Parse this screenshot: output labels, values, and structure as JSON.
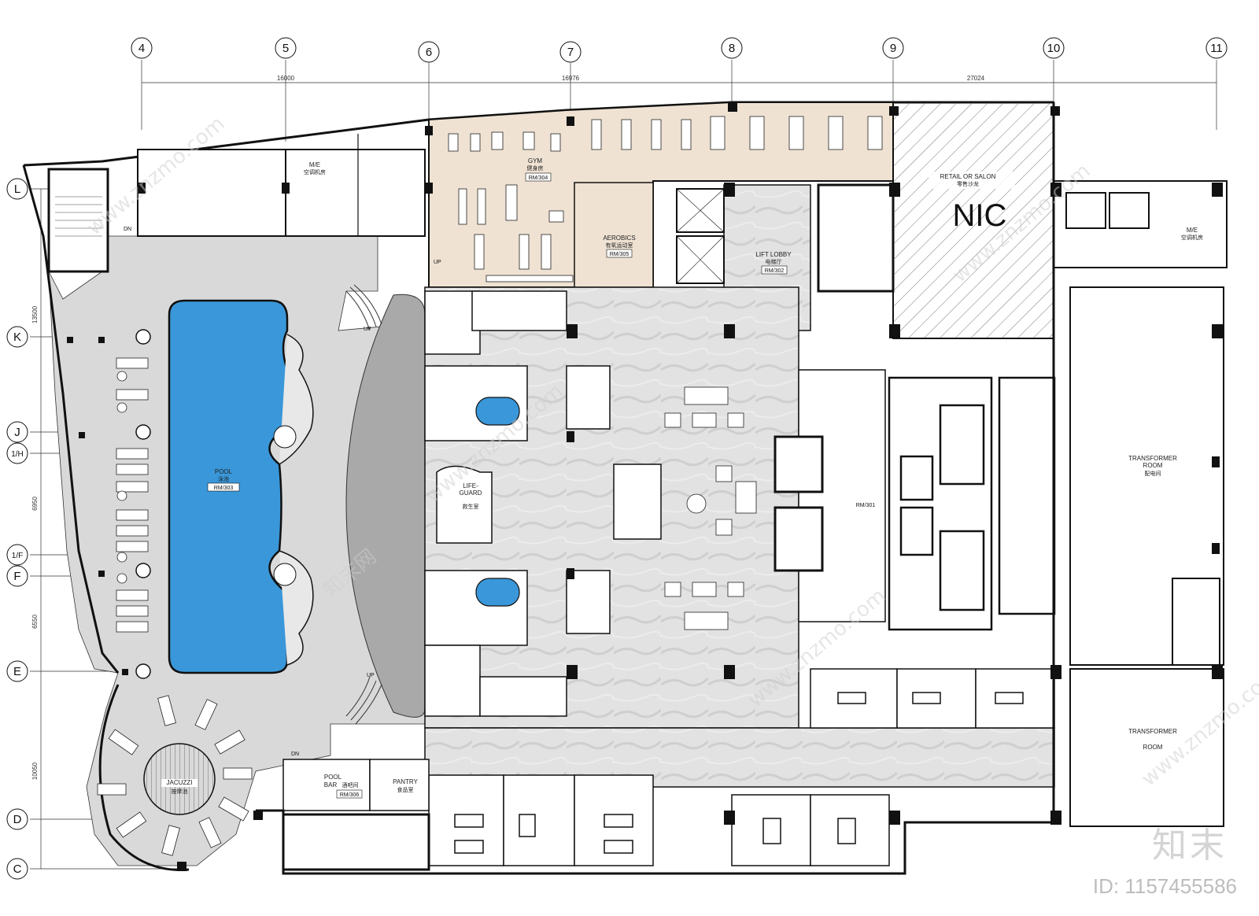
{
  "grid_columns": [
    "4",
    "5",
    "6",
    "7",
    "8",
    "9",
    "10",
    "11"
  ],
  "grid_rows": [
    "L",
    "K",
    "J",
    "1/H",
    "1/F",
    "F",
    "E",
    "D",
    "C"
  ],
  "dimensions_top": [
    "16000",
    "16976",
    "27024"
  ],
  "dimensions_left": [
    "13500",
    "6950",
    "6550",
    "10050"
  ],
  "rooms": {
    "gym": {
      "en": "GYM",
      "cn": "健身房",
      "rm": "RM/304"
    },
    "aerobics": {
      "en": "AEROBICS",
      "cn": "有氧运动室",
      "rm": "RM/305"
    },
    "lift_lobby": {
      "en": "LIFT LOBBY",
      "cn": "电梯厅",
      "rm": "RM/302"
    },
    "retail": {
      "en": "RETAIL OR SALON",
      "cn": "零售沙龙"
    },
    "me_left": {
      "en": "M/E",
      "cn": "空调机房"
    },
    "me_right": {
      "en": "M/E",
      "cn": "空调机房"
    },
    "pool": {
      "en": "POOL",
      "cn": "泳池",
      "rm": "RM/303"
    },
    "lifeguard": {
      "en1": "LIFE-",
      "en2": "GUARD",
      "cn": "救生室"
    },
    "rm301": {
      "rm": "RM/301"
    },
    "transformer1": {
      "en1": "TRANSFORMER",
      "en2": "ROOM",
      "cn": "配电间"
    },
    "transformer2": {
      "en1": "TRANSFORMER",
      "en2": "ROOM"
    },
    "jacuzzi": {
      "en": "JACUZZI",
      "cn": "按摩池"
    },
    "pool_bar": {
      "en1": "POOL",
      "en2": "BAR",
      "cn": "酒吧间",
      "rm": "RM/306"
    },
    "pantry": {
      "en": "PANTRY",
      "cn": "食品室"
    }
  },
  "annotations": {
    "nic": "NIC",
    "dn": "DN",
    "up": "UP"
  },
  "watermark": {
    "brand": "知末",
    "id": "ID: 1157455586",
    "site": "www.znzmo.com",
    "cn": "知末网"
  },
  "colors": {
    "pool": "#3a97d9",
    "gym": "#efe2d2",
    "stone": "#e3e3e3",
    "deck": "#d9d9d9",
    "wall": "#111111"
  }
}
